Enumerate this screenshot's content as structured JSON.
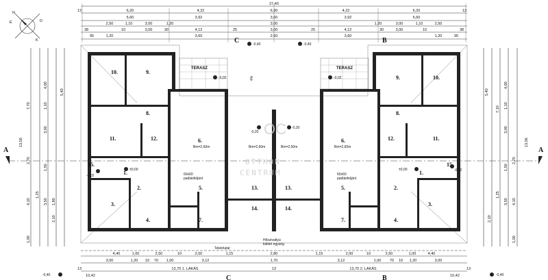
{
  "top_dims": {
    "total": "27,40",
    "row1": [
      "13",
      "6,20",
      "4,22",
      "6,30",
      "4,22",
      "6,20",
      "13"
    ],
    "row2": [
      "5,60",
      "3,92",
      "3,60",
      "3,92",
      "5,60"
    ],
    "row3": [
      "2,50",
      "1,10",
      "3,00",
      "1,20",
      "3,00",
      "1,20",
      "3,00",
      "1,10",
      "2,50"
    ],
    "row4": [
      "38",
      "10",
      "3,00",
      "30",
      "4,12",
      "25",
      "3,00",
      "25",
      "4,12",
      "30",
      "3,00",
      "10",
      "38"
    ],
    "row5": [
      "95",
      "1,20",
      "3,60",
      "2,50",
      "3,60",
      "1,20",
      "95"
    ]
  },
  "bottom_dims": {
    "row1": [
      "4,40",
      "1,00",
      "2,50",
      "10",
      "2,00",
      "1,15",
      "2,80",
      "1,15",
      "2,00",
      "10",
      "2,50",
      "1,00",
      "4,40"
    ],
    "row2": [
      "3,00",
      "1,20",
      "10",
      "70",
      "1,00",
      "3,12",
      "1,70",
      "3,12",
      "1,00",
      "70",
      "10",
      "1,20",
      "3,00"
    ],
    "row3": [
      "13",
      "10,42",
      "13,70 1. LAKÁS",
      "13",
      "13,70 2. LAKÁS",
      "10,42",
      "13"
    ]
  },
  "left_dims": [
    "7,70",
    "4,00",
    "1,10",
    "3,00",
    "13,56",
    "2,70",
    "1,50",
    "4,10",
    "1,25",
    "3,50",
    "1,80",
    "2,10",
    "1,00",
    "5,40"
  ],
  "right_dims": [
    "5,40",
    "7,10",
    "4,00",
    "1,10",
    "3,00",
    "13,56",
    "2,70",
    "1,50",
    "4,10",
    "3,50",
    "1,25",
    "2,10",
    "1,00"
  ],
  "section_markers": {
    "a_left": "A",
    "a_right": "A",
    "b_top": "B",
    "b_bottom": "B",
    "c_top": "C",
    "c_bottom": "C"
  },
  "compass": {
    "n": "N",
    "e": "É",
    "d": "D",
    "k": "K"
  },
  "levels": {
    "terrace_left": "-0,02",
    "terrace_right": "-0,02",
    "top_left": "-0,40",
    "top_right": "-0,40",
    "bottom_left": "-0,40",
    "bottom_right": "-0,40",
    "center_left": "-0,20",
    "center_right": "-0,20",
    "floor_left": "±0,00",
    "floor_right": "±0,00",
    "entry_left": "-0,02",
    "entry_right": "-0,02"
  },
  "apartment_left": {
    "rooms": [
      "10.",
      "9.",
      "8.",
      "11.",
      "12.",
      "6.",
      "15.",
      "1.",
      "2.",
      "3.",
      "4.",
      "5.",
      "7.",
      "13.",
      "14."
    ],
    "terrace": "TERASZ",
    "heights": [
      "Bm=2,60m",
      "Bm=2,60m"
    ],
    "tile_note": [
      "60x60",
      "padlásfeljáró"
    ]
  },
  "apartment_right": {
    "rooms": [
      "9.",
      "10.",
      "8.",
      "12.",
      "11.",
      "6.",
      "1.",
      "15.",
      "2.",
      "3.",
      "4.",
      "5.",
      "7.",
      "13.",
      "14."
    ],
    "terrace": "TERASZ",
    "heights": [
      "Bm=2,50m",
      "Bm=2,60m"
    ],
    "tile_note": [
      "60x60",
      "padlásfeljáró"
    ]
  },
  "center": {
    "heat_unit": [
      "Hőszivattyú",
      "kültéri egység"
    ],
    "boundary": "Telekhatár",
    "percent": "4%"
  },
  "watermark": {
    "top": "OTTHON",
    "bottom": "CENTRUM",
    "logo": "OC"
  }
}
